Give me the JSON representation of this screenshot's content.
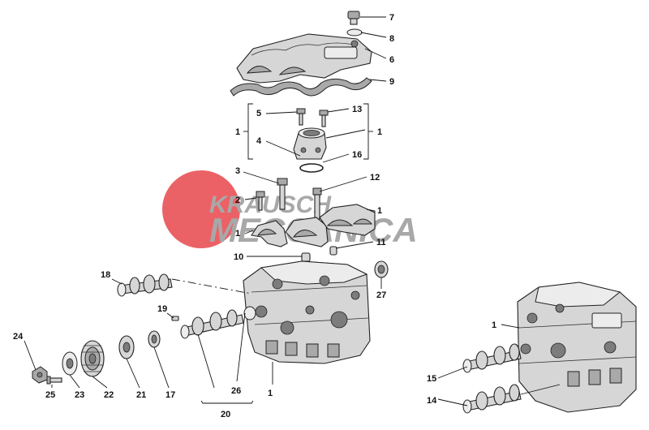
{
  "watermark": {
    "line1": "KRAUSCH",
    "line2": "MECCANICA",
    "circle_color": "#e8464b",
    "text_color": "#9a9a9a"
  },
  "callouts": {
    "c7": "7",
    "c8": "8",
    "c6": "6",
    "c9": "9",
    "c5": "5",
    "c13": "13",
    "c1_bracket_left": "1",
    "c1_bracket_right": "1",
    "c4": "4",
    "c16": "16",
    "c3": "3",
    "c12": "12",
    "c2": "2",
    "c1_cap_right": "1",
    "c1_cap_left": "1",
    "c11": "11",
    "c10": "10",
    "c18": "18",
    "c27": "27",
    "c19": "19",
    "c24": "24",
    "c26": "26",
    "c1_head": "1",
    "c25": "25",
    "c23": "23",
    "c22": "22",
    "c21": "21",
    "c17": "17",
    "c20": "20",
    "c1_head_right": "1",
    "c15": "15",
    "c14": "14"
  }
}
